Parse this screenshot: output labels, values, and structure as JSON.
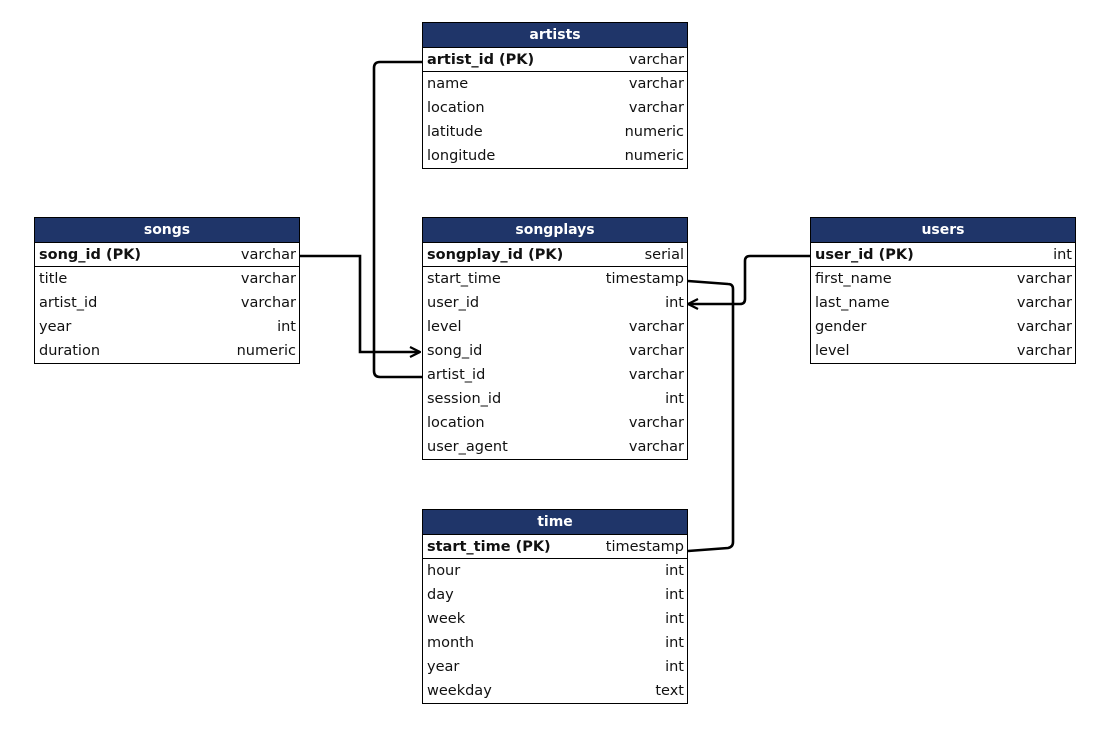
{
  "tables": [
    {
      "key": "artists",
      "title": "artists",
      "columns": [
        {
          "name": "artist_id (PK)",
          "type": "varchar",
          "pk": true
        },
        {
          "name": "name",
          "type": "varchar"
        },
        {
          "name": "location",
          "type": "varchar"
        },
        {
          "name": "latitude",
          "type": "numeric"
        },
        {
          "name": "longitude",
          "type": "numeric"
        }
      ]
    },
    {
      "key": "songs",
      "title": "songs",
      "columns": [
        {
          "name": "song_id (PK)",
          "type": "varchar",
          "pk": true
        },
        {
          "name": "title",
          "type": "varchar"
        },
        {
          "name": "artist_id",
          "type": "varchar"
        },
        {
          "name": "year",
          "type": "int"
        },
        {
          "name": "duration",
          "type": "numeric"
        }
      ]
    },
    {
      "key": "songplays",
      "title": "songplays",
      "columns": [
        {
          "name": "songplay_id (PK)",
          "type": "serial",
          "pk": true
        },
        {
          "name": "start_time",
          "type": "timestamp"
        },
        {
          "name": "user_id",
          "type": "int"
        },
        {
          "name": "level",
          "type": "varchar"
        },
        {
          "name": "song_id",
          "type": "varchar"
        },
        {
          "name": "artist_id",
          "type": "varchar"
        },
        {
          "name": "session_id",
          "type": "int"
        },
        {
          "name": "location",
          "type": "varchar"
        },
        {
          "name": "user_agent",
          "type": "varchar"
        }
      ]
    },
    {
      "key": "users",
      "title": "users",
      "columns": [
        {
          "name": "user_id (PK)",
          "type": "int",
          "pk": true
        },
        {
          "name": "first_name",
          "type": "varchar"
        },
        {
          "name": "last_name",
          "type": "varchar"
        },
        {
          "name": "gender",
          "type": "varchar"
        },
        {
          "name": "level",
          "type": "varchar"
        }
      ]
    },
    {
      "key": "time",
      "title": "time",
      "columns": [
        {
          "name": "start_time (PK)",
          "type": "timestamp",
          "pk": true
        },
        {
          "name": "hour",
          "type": "int"
        },
        {
          "name": "day",
          "type": "int"
        },
        {
          "name": "week",
          "type": "int"
        },
        {
          "name": "month",
          "type": "int"
        },
        {
          "name": "year",
          "type": "int"
        },
        {
          "name": "weekday",
          "type": "text"
        }
      ]
    }
  ],
  "colors": {
    "header_bg": "#1f3569",
    "header_text": "#ffffff",
    "border": "#000000"
  }
}
